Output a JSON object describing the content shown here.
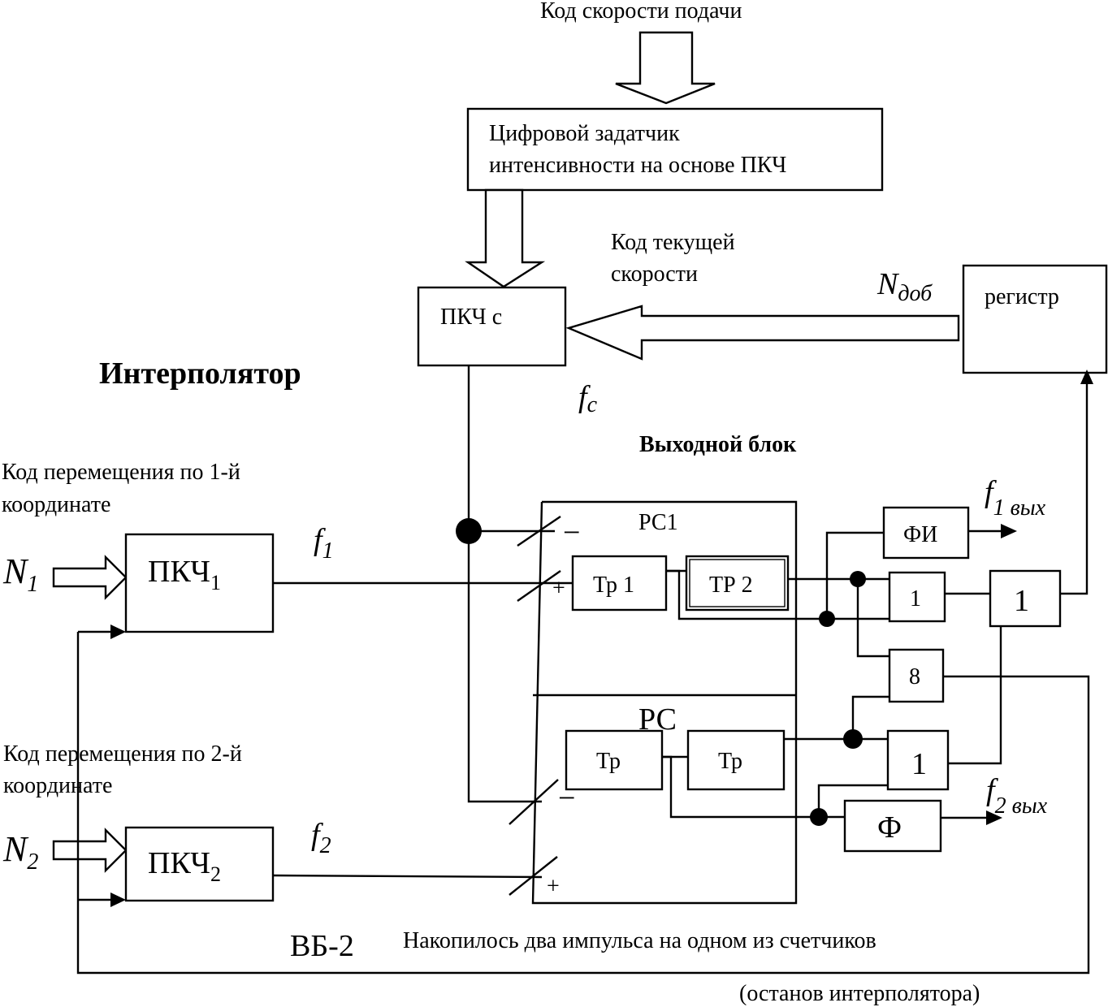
{
  "labels": {
    "feed_code": "Код скорости подачи",
    "digital_setter_line1": "Цифровой задатчик",
    "digital_setter_line2": "интенсивности на основе ПКЧ",
    "current_speed_line1": "Код текущей",
    "current_speed_line2": "скорости",
    "n_add_main": "N",
    "n_add_sub": "доб",
    "register": "регистр",
    "pkch_c": "ПКЧ с",
    "interpolator": "Интерполятор",
    "fc_main": "f",
    "fc_sub": "c",
    "output_block": "Выходной блок",
    "move1_line1": "Код перемещения по 1-й",
    "move1_line2": "координате",
    "move2_line1": "Код перемещения по 2-й",
    "move2_line2": "координате",
    "n1_main": "N",
    "n1_sub": "1",
    "n2_main": "N",
    "n2_sub": "2",
    "pkch1_main": "ПКЧ",
    "pkch1_sub": "1",
    "pkch2_main": "ПКЧ",
    "pkch2_sub": "2",
    "f1_main": "f",
    "f1_sub": "1",
    "f2_main": "f",
    "f2_sub": "2",
    "rs1": "РС1",
    "rs2": "РС",
    "tr1": "Тр 1",
    "tr2": "ТР 2",
    "tr3": "Тр",
    "tr4": "Тр",
    "minus1": "−",
    "plus1": "+",
    "minus2": "−",
    "plus2": "+",
    "fi": "ФИ",
    "f_box": "Ф",
    "or1": "1",
    "or2": "1",
    "or3": "1",
    "and8": "8",
    "f1out_main": "f",
    "f1out_sub": "1 вых",
    "f2out_main": "f",
    "f2out_sub": "2 вых",
    "vb2": "ВБ-2",
    "accumulated": "Накопилось два импульса на одном из счетчиков",
    "stop": "(останов интерполятора)"
  }
}
